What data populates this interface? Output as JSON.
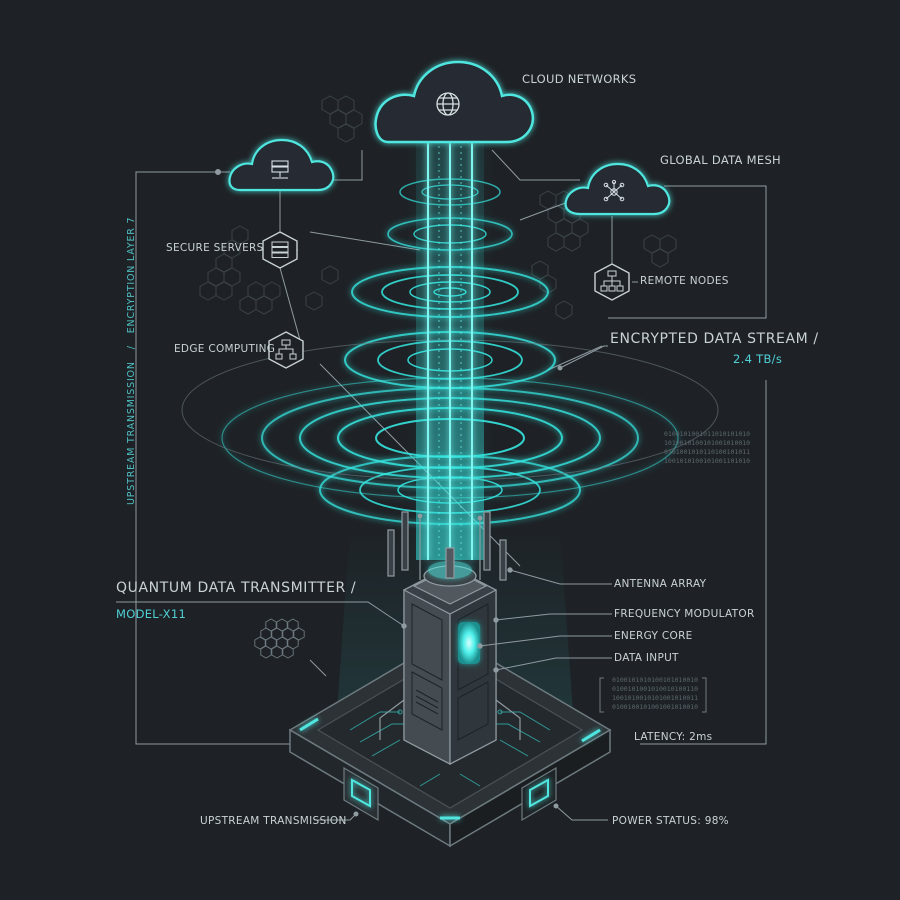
{
  "labels": {
    "cloud_networks": "CLOUD NETWORKS",
    "global_data_mesh": "GLOBAL DATA MESH",
    "secure_servers": "SECURE SERVERS",
    "remote_nodes": "REMOTE NODES",
    "edge_computing": "EDGE COMPUTING",
    "encrypted_stream_title": "ENCRYPTED DATA STREAM /",
    "encrypted_stream_rate": "2.4 TB/s",
    "transmitter_title": "QUANTUM DATA TRANSMITTER /",
    "transmitter_model": "MODEL-X11",
    "antenna_array": "ANTENNA ARRAY",
    "frequency_modulator": "FREQUENCY MODULATOR",
    "energy_core": "ENERGY CORE",
    "data_input": "DATA INPUT",
    "latency": "LATENCY: 2ms",
    "upstream_transmission": "UPSTREAM TRANSMISSION",
    "power_status": "POWER STATUS: 98%"
  },
  "vertical_text": {
    "part1": "UPSTREAM TRANSMISSION",
    "separator": "/",
    "part2": "ENCRYPTION LAYER 7"
  },
  "icons": {
    "main_cloud": "globe-icon",
    "left_cloud": "server-stack-icon",
    "right_cloud": "network-mesh-icon",
    "secure_servers_hex": "server-stack-icon",
    "edge_computing_hex": "hierarchy-icon",
    "remote_nodes_hex": "hierarchy-icon"
  },
  "colors": {
    "background": "#1e2226",
    "accent": "#4fd1d6",
    "glow": "#35e6e0",
    "line": "#8f9ba1",
    "tower": "#4a5258"
  },
  "binary": {
    "stream": "0100101001011010101010\n1010010100101001010010\n0101001010110100101011\n1001010100101001101010",
    "base": "0100101010100101010010\n0100101001010010100110\n1001010010101001010011\n0100100101001001010010"
  }
}
